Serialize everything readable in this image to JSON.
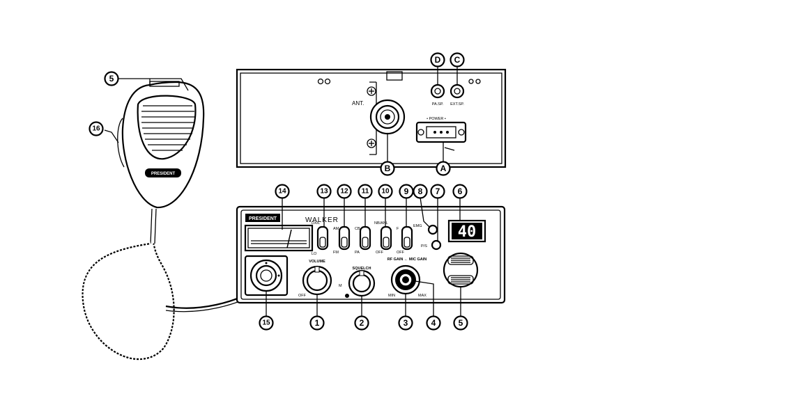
{
  "callouts": {
    "c1": "1",
    "c2": "2",
    "c3": "3",
    "c4": "4",
    "c5_front": "5",
    "c5_mic": "5",
    "c6": "6",
    "c7": "7",
    "c8": "8",
    "c9": "9",
    "c10": "10",
    "c11": "11",
    "c12": "12",
    "c13": "13",
    "c14": "14",
    "c15": "15",
    "c16": "16",
    "cA": "A",
    "cB": "B",
    "cC": "C",
    "cD": "D"
  },
  "rear_panel": {
    "ant_label": "ANT.",
    "pa_sp_label": "PA.SP.",
    "ext_sp_label": "EXT.SP.",
    "power_label": "• POWER •"
  },
  "front_panel": {
    "brand": "PRESIDENT",
    "model": "WALKER",
    "channel_display": "40",
    "volume_label": "VOLUME",
    "volume_off_label": "OFF",
    "squelch_label": "SQUELCH",
    "squelch_m_label": "M",
    "rf_mic_gain_label": "RF GAIN ← MIC GAIN",
    "min_label": "MIN",
    "max_label": "MAX",
    "dx_label": "DX/L",
    "lo_label": "LO",
    "am_label": "AM",
    "fm_label": "FM",
    "cb_label": "CB",
    "pa_label": "PA",
    "nb_label": "NB/ANL",
    "off_label": "OFF",
    "f_label": "F",
    "emg_label": "EMG",
    "ps_label": "P/S",
    "off2_label": "OFF"
  },
  "microphone": {
    "brand": "PRESIDENT"
  }
}
